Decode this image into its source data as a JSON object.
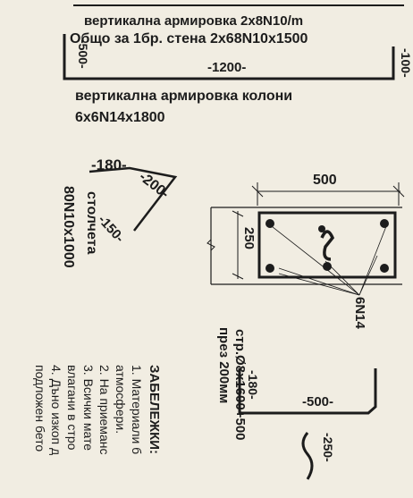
{
  "top": {
    "line1": "вертикална армировка 2x8N10/m",
    "line2": "Общо за 1бр. стена 2x68N10x1500",
    "dim_left": "-500-",
    "dim_bottom": "-1200-",
    "dim_right": "-100-",
    "line3": "вертикална армировка колони",
    "line4": "6x6N14x1800"
  },
  "bent": {
    "d1": "-180-",
    "d2": "-200-",
    "d3": "-150-",
    "label1": "столчета",
    "label2": "80N10x1000"
  },
  "column": {
    "width": "500",
    "depth": "250",
    "bars": "6N14",
    "stirrup1": "стр.Ø8x1600+500",
    "stirrup2": "през 200мм"
  },
  "stirrup_shape": {
    "d_side": "-180-",
    "d_long": "-500-",
    "d_hook": "-250-"
  },
  "notes": {
    "title": "ЗАБЕЛЕЖКИ:",
    "n1": "1. Материали б",
    "n1b": "атмосфери.",
    "n2": "2. На приеманс",
    "n3": "3. Всички мате",
    "n3b": "влагани в стро",
    "n4": "4. Дъно изкоп д",
    "n4b": "подложен бето"
  }
}
